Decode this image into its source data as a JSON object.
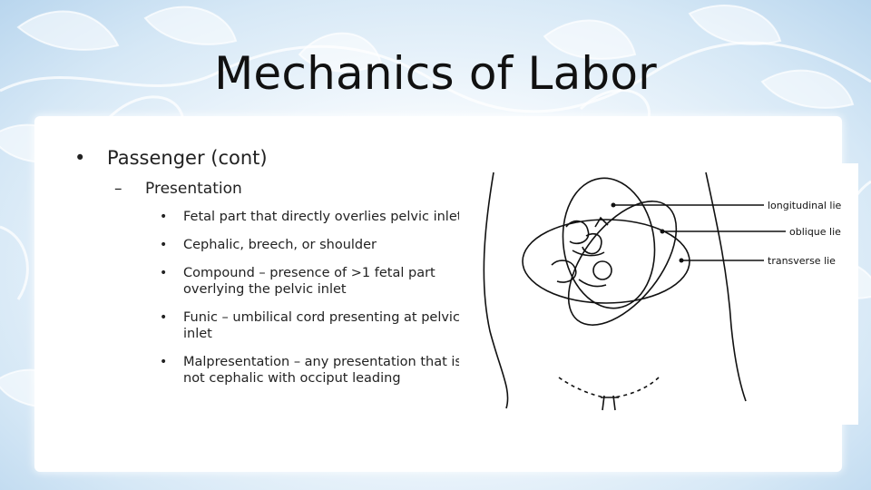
{
  "title": "Mechanics of Labor",
  "level1": "Passenger (cont)",
  "level2": "Presentation",
  "bullets": [
    "Fetal part that directly overlies pelvic inlet",
    "Cephalic, breech, or shoulder",
    "Compound – presence of >1 fetal part overlying the pelvic inlet",
    "Funic – umbilical cord presenting at pelvic inlet",
    "Malpresentation – any presentation that is not cephalic with occiput leading"
  ],
  "figure_labels": {
    "longitudinal": "longitudinal lie",
    "oblique": "oblique lie",
    "transverse": "transverse lie"
  },
  "bullet_symbols": {
    "level1": "•",
    "level2": "–",
    "level3": "•"
  }
}
